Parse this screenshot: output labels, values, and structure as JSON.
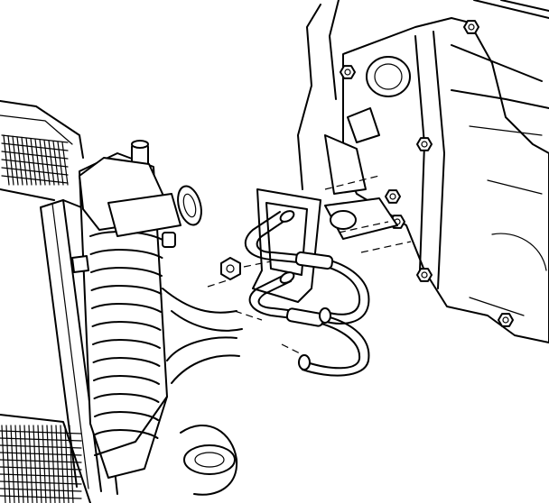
{
  "drawing": {
    "colors": {
      "line": "#000000",
      "background": "#ffffff"
    },
    "parts": [
      "radiator",
      "radiator-filler-neck",
      "upper-radiator-hose-outlet",
      "lower-radiator-hose",
      "transmission-case",
      "oil-cooler-lines",
      "cooler-line-bracket",
      "bracket-bolts",
      "fitting-nut"
    ]
  }
}
